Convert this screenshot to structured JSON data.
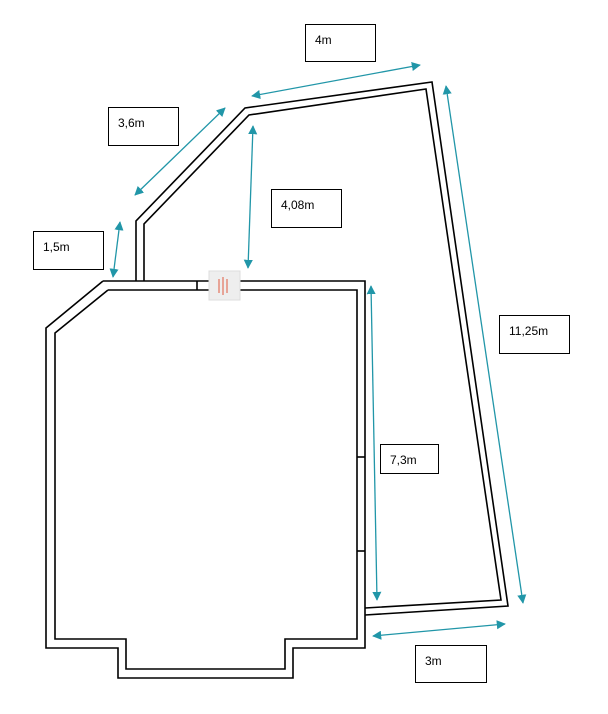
{
  "dimensions": [
    {
      "id": "top",
      "text": "4m"
    },
    {
      "id": "diag",
      "text": "3,6m"
    },
    {
      "id": "short-left",
      "text": "1,5m"
    },
    {
      "id": "inner-vertical",
      "text": "4,08m"
    },
    {
      "id": "right-slant",
      "text": "11,25m"
    },
    {
      "id": "middle-vertical",
      "text": "7,3m"
    },
    {
      "id": "bottom",
      "text": "3m"
    }
  ],
  "colors": {
    "wall": "#000000",
    "dimension_arrow": "#2196a8",
    "radiator": "#e05a40"
  },
  "icons": [
    "radiator-icon"
  ]
}
